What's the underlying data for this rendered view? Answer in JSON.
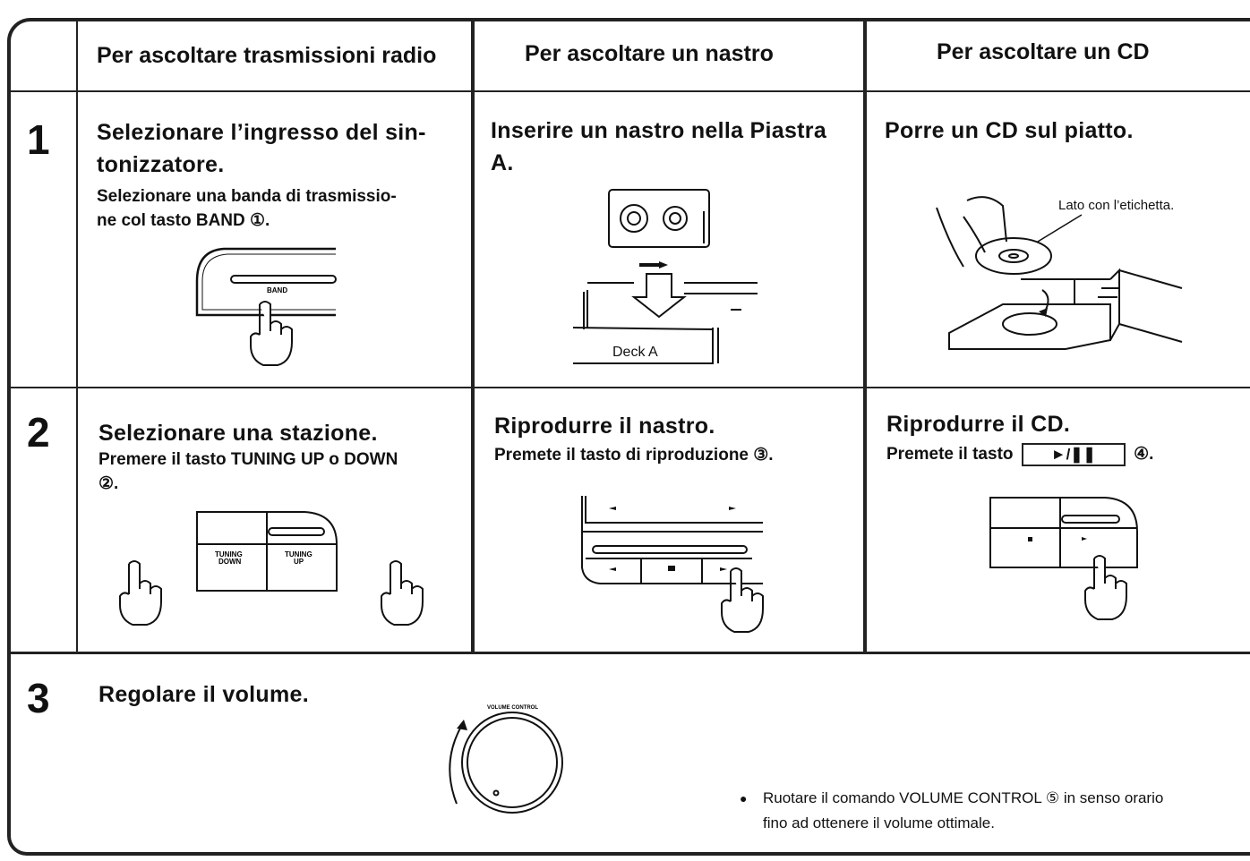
{
  "columns": [
    {
      "heading": "Per ascoltare trasmissioni radio"
    },
    {
      "heading": "Per ascoltare un nastro"
    },
    {
      "heading": "Per ascoltare un CD"
    }
  ],
  "steps": [
    {
      "number": "1",
      "radio": {
        "title": "Selezionare l’ingresso del sin-tonizzatore.",
        "title_line1": "Selezionare l’ingresso del sin-",
        "title_line2": "tonizzatore.",
        "detail_line1": "Selezionare una banda di trasmissio-",
        "detail_line2": "ne col tasto BAND ①.",
        "button_label": "BAND"
      },
      "tape": {
        "title_line1": "Inserire un nastro nella Piastra",
        "title_line2": "A.",
        "deck_label": "Deck A"
      },
      "cd": {
        "title": "Porre un CD sul piatto.",
        "callout": "Lato con l’etichetta."
      }
    },
    {
      "number": "2",
      "radio": {
        "title": "Selezionare una stazione.",
        "detail_line1": "Premere il tasto TUNING UP o DOWN",
        "detail_line2": "②.",
        "btn_down_line1": "TUNING",
        "btn_down_line2": "DOWN",
        "btn_up_line1": "TUNING",
        "btn_up_line2": "UP"
      },
      "tape": {
        "title": "Riprodurre il nastro.",
        "detail": "Premete il tasto di riproduzione ③."
      },
      "cd": {
        "title": "Riprodurre il CD.",
        "detail_prefix": "Premete il tasto",
        "detail_button": "►/❚❚",
        "detail_suffix": "④."
      }
    },
    {
      "number": "3",
      "title": "Regolare il volume.",
      "knob_label": "VOLUME CONTROL",
      "note_line1": "Ruotare il comando VOLUME CONTROL ⑤ in senso orario",
      "note_line2": "fino ad ottenere il volume ottimale."
    }
  ]
}
